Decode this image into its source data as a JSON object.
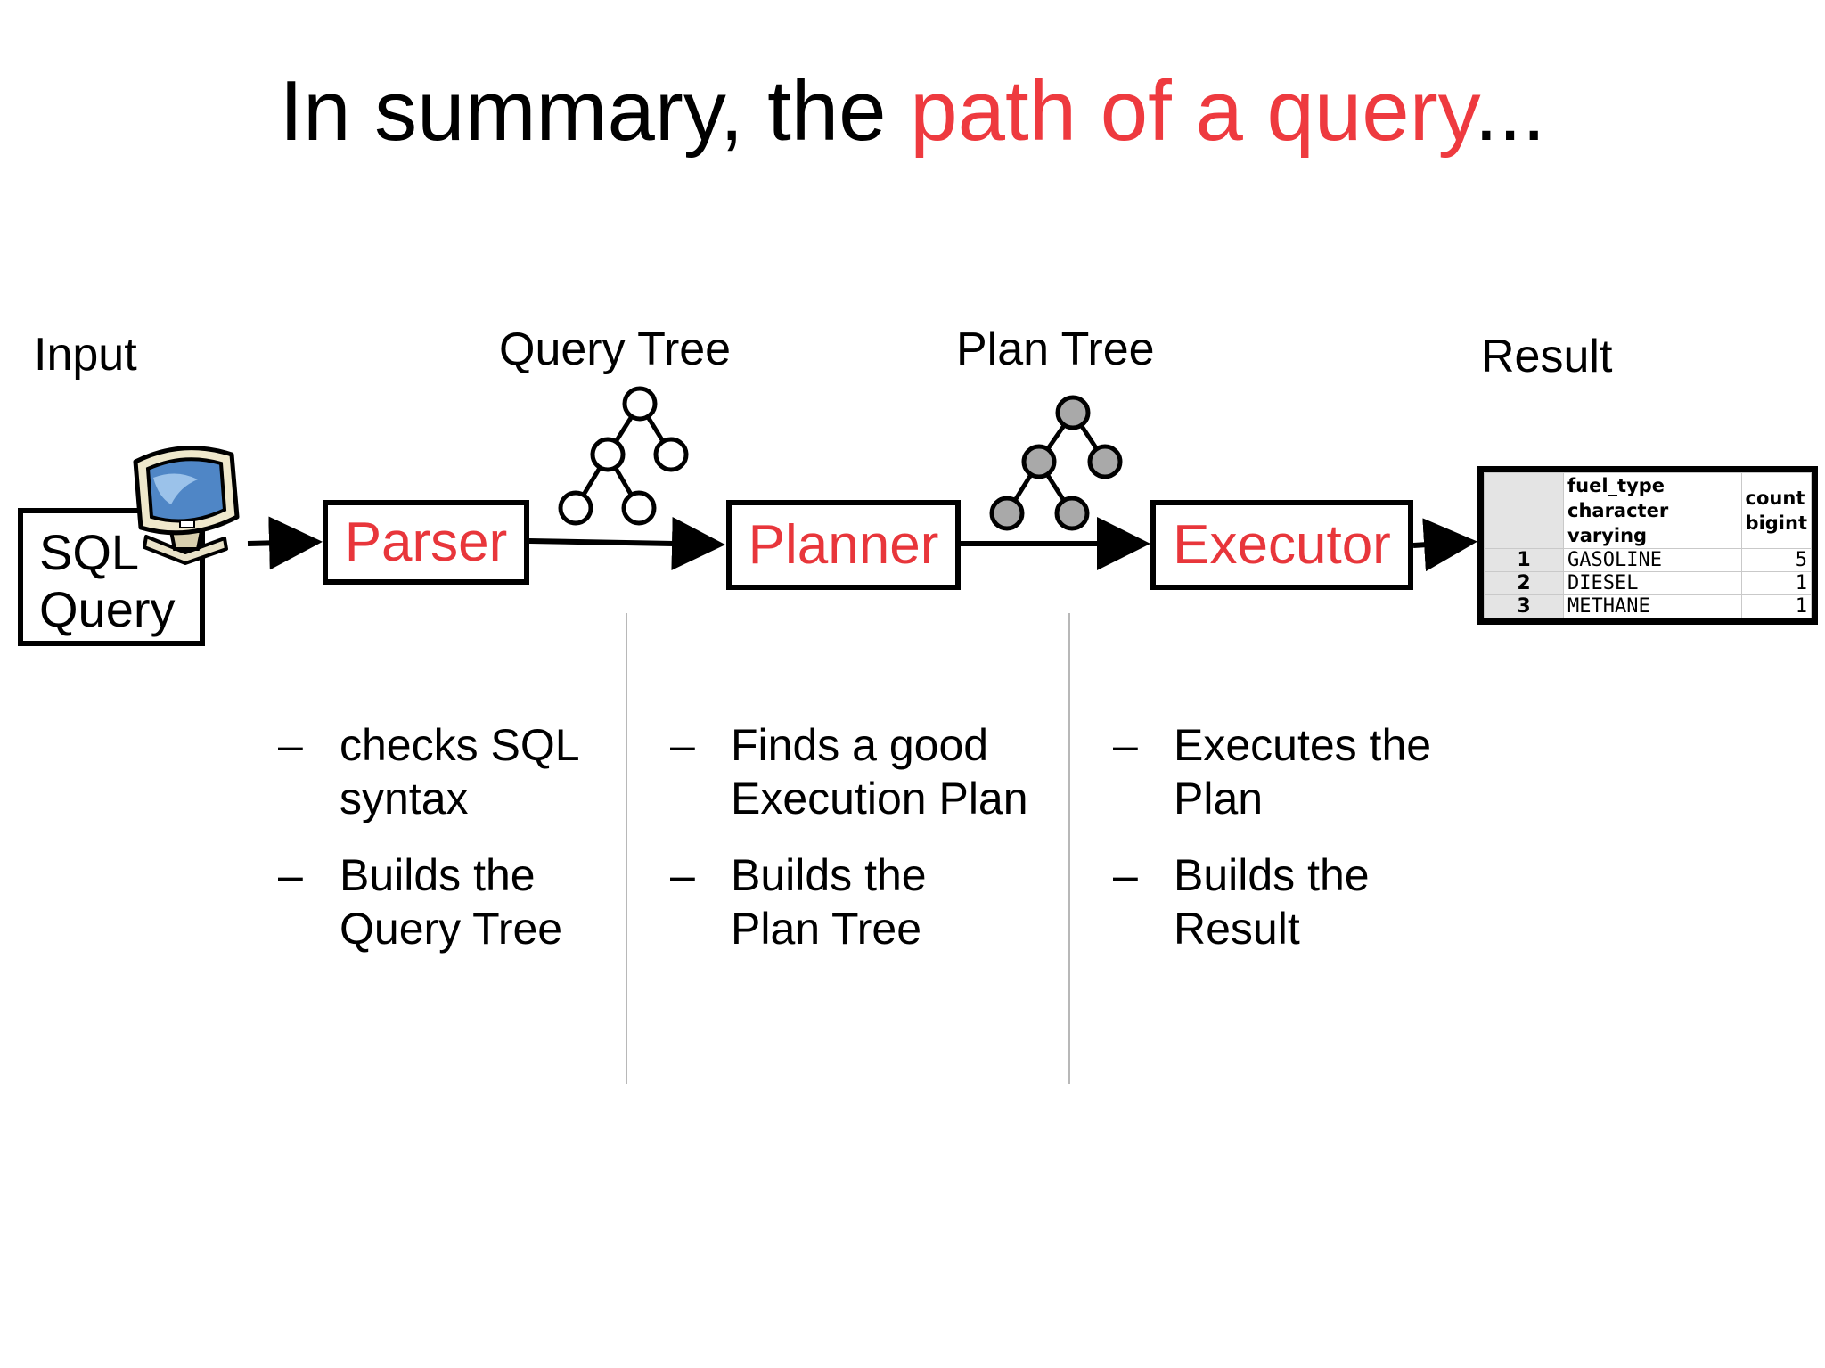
{
  "title": {
    "prefix": "In summary, the ",
    "highlight": "path of a query",
    "suffix": "..."
  },
  "labels": {
    "input": "Input",
    "query_tree": "Query Tree",
    "plan_tree": "Plan Tree",
    "result": "Result"
  },
  "input_box": {
    "line1": "SQL",
    "line2": "Query"
  },
  "stages": {
    "parser": "Parser",
    "planner": "Planner",
    "executor": "Executor"
  },
  "colors": {
    "accent": "#ee3a3f",
    "node_filled": "#a9a9a9",
    "separator": "#b8b8b8"
  },
  "descriptions": {
    "dash": "–",
    "parser": [
      {
        "line1": "checks SQL",
        "line2": "syntax"
      },
      {
        "line1": "Builds the",
        "line2": "Query Tree"
      }
    ],
    "planner": [
      {
        "line1": "Finds a good",
        "line2": "Execution Plan"
      },
      {
        "line1": "Builds the",
        "line2": "Plan Tree"
      }
    ],
    "executor": [
      {
        "line1": "Executes the",
        "line2": "Plan"
      },
      {
        "line1": "Builds the",
        "line2": "Result"
      }
    ]
  },
  "result_table": {
    "columns": [
      {
        "name": "fuel_type",
        "type": "character varying"
      },
      {
        "name": "count",
        "type": "bigint"
      }
    ],
    "rows": [
      {
        "num": "1",
        "fuel_type": "GASOLINE",
        "count": "5"
      },
      {
        "num": "2",
        "fuel_type": "DIESEL",
        "count": "1"
      },
      {
        "num": "3",
        "fuel_type": "METHANE",
        "count": "1"
      }
    ]
  }
}
